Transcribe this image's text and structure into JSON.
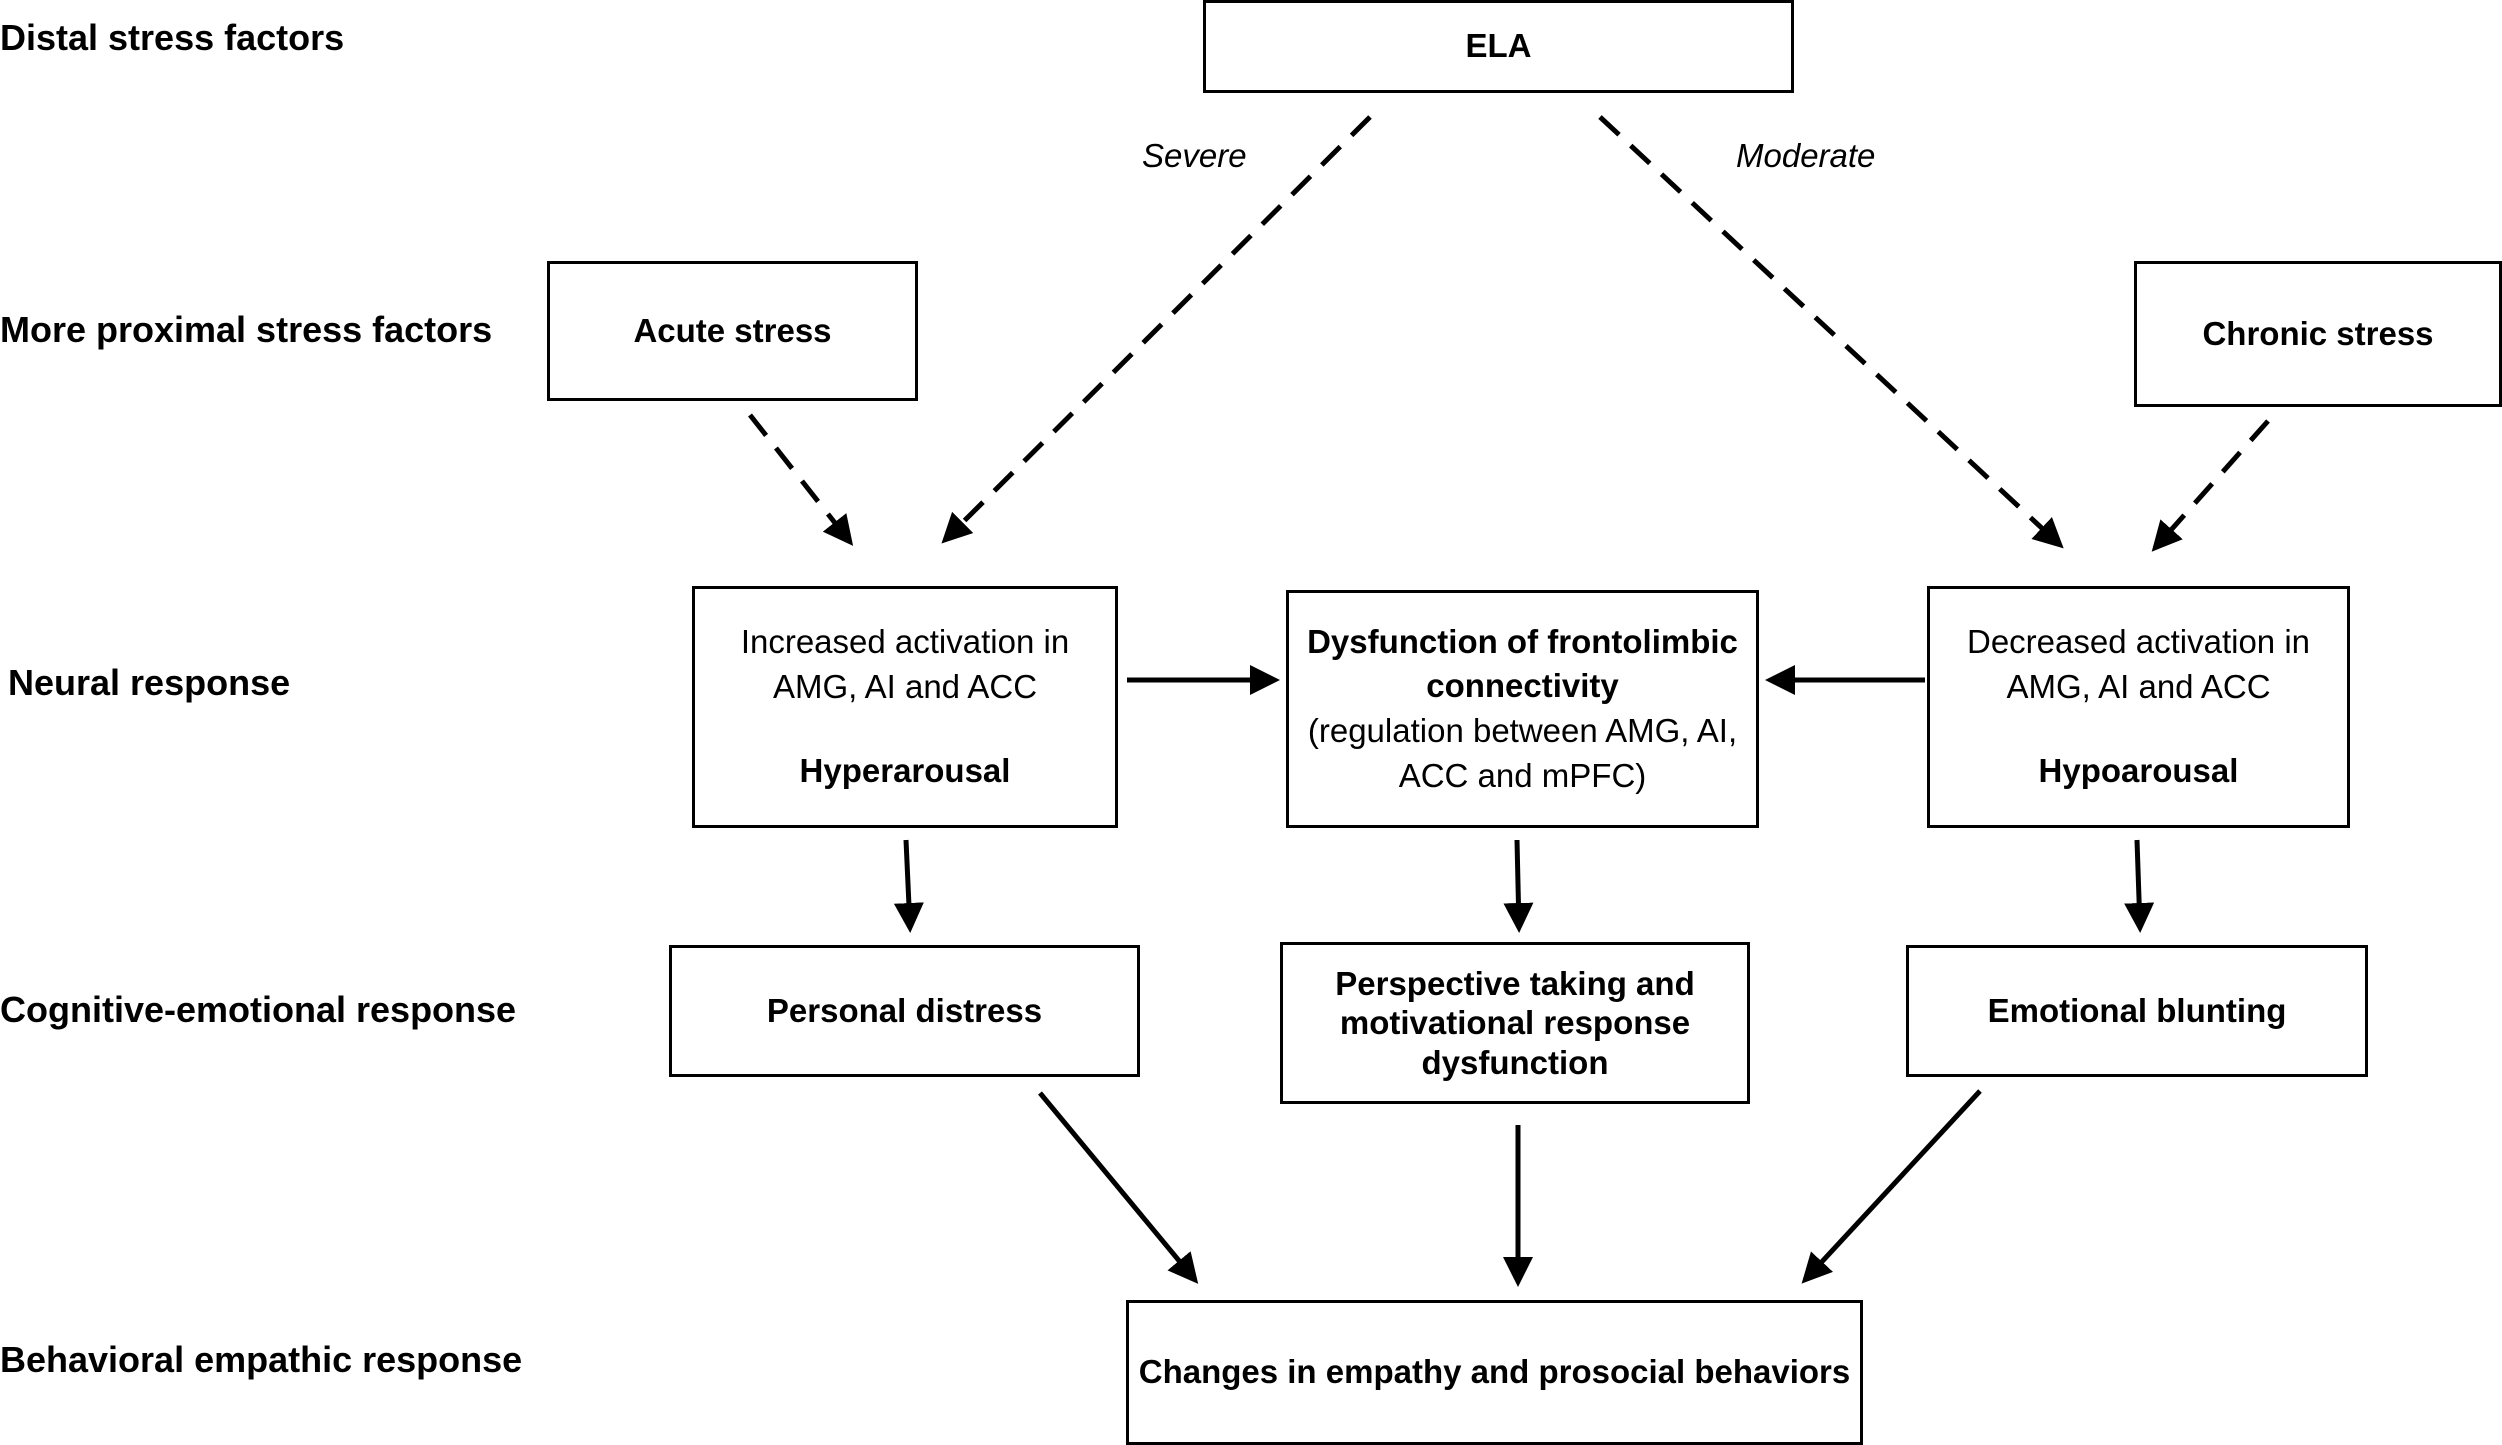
{
  "row_labels": {
    "distal": "Distal stress factors",
    "proximal": "More proximal stress factors",
    "neural": "Neural response",
    "cognitive": "Cognitive-emotional response",
    "behavioral": "Behavioral empathic response"
  },
  "nodes": {
    "ela": "ELA",
    "acute": "Acute stress",
    "chronic": "Chronic stress",
    "hyper": {
      "line1": "Increased activation in",
      "line2": "AMG, AI and ACC",
      "label": "Hyperarousal"
    },
    "frontolimbic": {
      "title1": "Dysfunction of frontolimbic",
      "title2": "connectivity",
      "line1": "(regulation between AMG, AI,",
      "line2": "ACC and mPFC)"
    },
    "hypo": {
      "line1": "Decreased activation in",
      "line2": "AMG, AI and ACC",
      "label": "Hypoarousal"
    },
    "distress": "Personal distress",
    "perspective": {
      "line1": "Perspective taking and",
      "line2": "motivational response",
      "line3": "dysfunction"
    },
    "blunting": "Emotional blunting",
    "changes": "Changes in empathy and prosocial behaviors"
  },
  "edge_labels": {
    "severe": "Severe",
    "moderate": "Moderate"
  }
}
